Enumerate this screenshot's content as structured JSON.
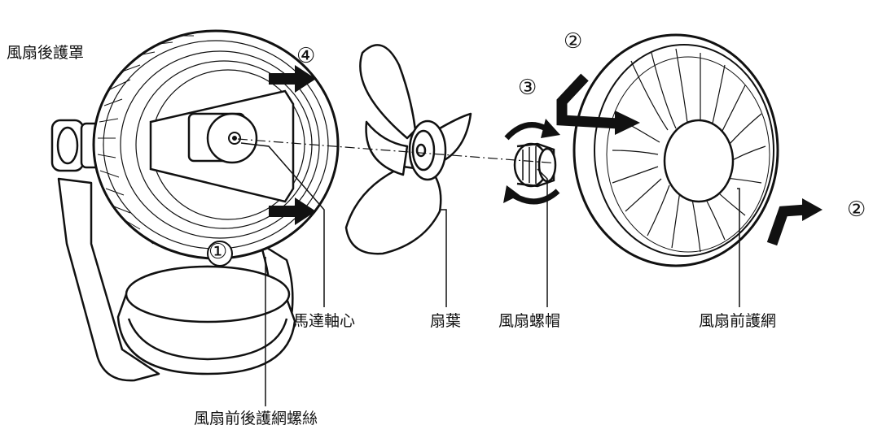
{
  "labels": {
    "rear_guard": "風扇後護罩",
    "motor_shaft": "馬達軸心",
    "blade": "扇葉",
    "blade_cap": "風扇螺帽",
    "front_guard": "風扇前護網",
    "guard_screw": "風扇前後護網螺絲"
  },
  "steps": {
    "s1": "①",
    "s2a": "②",
    "s2b": "②",
    "s3": "③",
    "s4": "④"
  }
}
